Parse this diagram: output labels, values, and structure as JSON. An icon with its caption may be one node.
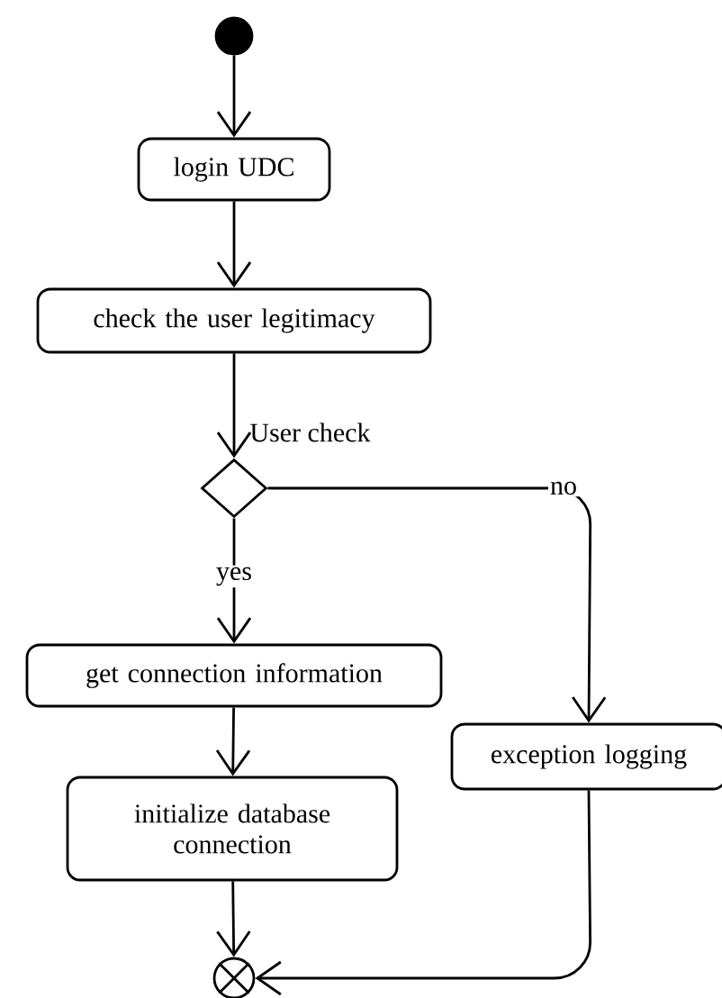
{
  "diagram": {
    "nodes": [
      {
        "text": [],
        "shape": "circle"
      },
      {
        "text": [
          "login UDC"
        ]
      },
      {
        "text": [
          "check the user legitimacy"
        ]
      },
      {
        "text": [],
        "shape": "diamond"
      },
      {
        "text": [
          "get connection information"
        ]
      },
      {
        "text": [
          "initialize database connection"
        ]
      },
      {
        "text": [
          "exception logging"
        ]
      },
      {
        "text": [],
        "shape": "circle"
      }
    ],
    "edges": [
      {
        "from": 0,
        "to": 1,
        "arrow": "to"
      },
      {
        "from": 1,
        "to": 2,
        "arrow": "to"
      },
      {
        "from": 2,
        "to": 3,
        "arrow": "to",
        "label": "User check"
      },
      {
        "from": 3,
        "to": 4,
        "arrow": "to",
        "label": "yes"
      },
      {
        "from": 4,
        "to": 5,
        "arrow": "to"
      },
      {
        "from": 3,
        "to": 6,
        "arrow": "to",
        "label": "no"
      },
      {
        "from": 5,
        "to": 7,
        "arrow": "to"
      },
      {
        "from": 6,
        "to": 7,
        "arrow": "to"
      }
    ]
  }
}
